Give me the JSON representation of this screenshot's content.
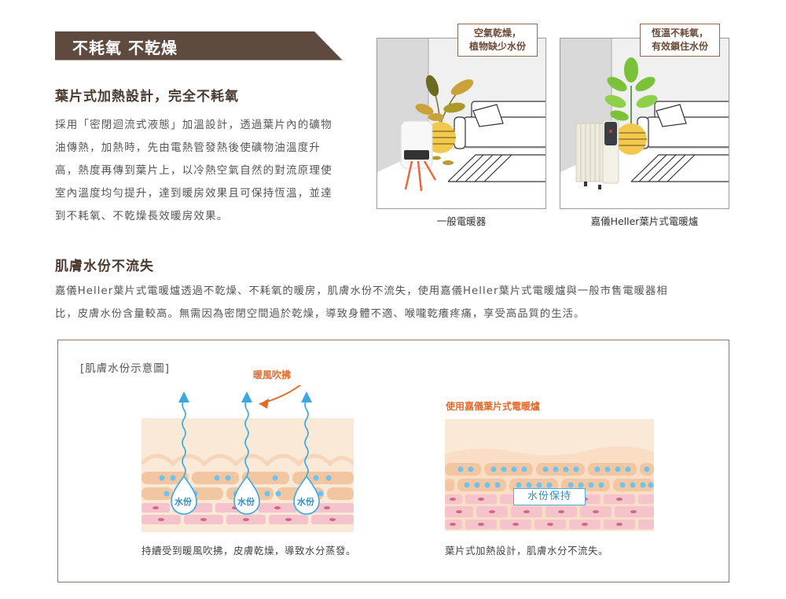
{
  "banner": {
    "title": "不耗氧 不乾燥",
    "color": "#5e4a3e"
  },
  "section1": {
    "heading": "葉片式加熱設計，完全不耗氧",
    "lines": [
      "採用「密閉迴流式液態」加溫設計，透過葉片內的礦物",
      "油傳熱，加熱時，先由電熱管發熱後使礦物油溫度升",
      "高，熱度再傳到葉片上，以冷熱空氣自然的對流原理使",
      "室內溫度均勻提升，達到暖房效果且可保持恆溫，並達",
      "到不耗氧、不乾燥長效暖房效果。"
    ]
  },
  "comparison": {
    "left": {
      "bubble_lines": [
        "空氣乾燥，",
        "植物缺少水份"
      ],
      "caption": "一般電暖器"
    },
    "right": {
      "bubble_lines": [
        "恆溫不耗氧，",
        "有效鎖住水份"
      ],
      "caption": "嘉儀Heller葉片式電暖爐"
    }
  },
  "section2": {
    "heading": "肌膚水份不流失",
    "lines": [
      "嘉儀Heller葉片式電暖爐透過不乾燥、不耗氧的暖房，肌膚水份不流失，使用嘉儀Heller葉片式電暖爐與一般市售電暖器相",
      "比，皮膚水份含量較高。無需因為密閉空間過於乾燥，導致身體不適、喉嚨乾癢疼痛，享受高品質的生活。"
    ]
  },
  "diagram": {
    "title": "[肌膚水份示意圖]",
    "wind_label": "暖風吹拂",
    "drop_label": "水份",
    "right_title": "使用嘉儀葉片式電暖爐",
    "keep_label": "水份保持",
    "left_caption": "持續受到暖風吹拂，皮膚乾燥，導致水分蒸發。",
    "right_caption": "葉片式加熱設計，肌膚水分不流失。",
    "colors": {
      "wind": "#e26b2c",
      "water": "#3aa8e0",
      "border": "#8c7a66"
    }
  }
}
